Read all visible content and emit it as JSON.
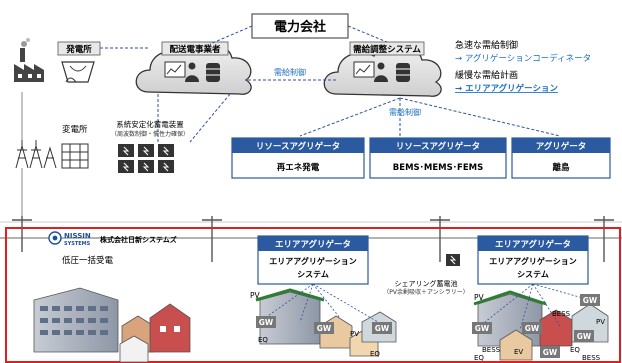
{
  "power_company": {
    "title": "電力会社"
  },
  "power_station": {
    "label": "発電所"
  },
  "substation": {
    "label": "変電所"
  },
  "distribution": {
    "label": "配送電事業者"
  },
  "supply_demand": {
    "label": "需給調整システム"
  },
  "grid_storage": {
    "label": "系統安定化蓄電装置",
    "sub": "（周波数制御・慣性力確保）"
  },
  "edges": {
    "supply_control_1": "需給制御",
    "supply_control_2": "需給制御"
  },
  "legend": {
    "fast": "急速な需給制御",
    "fast_target": "→ アグリゲーションコーディネータ",
    "slow": "緩慢な需給計画",
    "slow_target": "→ エリアアグリゲーション"
  },
  "aggregators": [
    {
      "header": "リソースアグリゲータ",
      "body": "再エネ発電"
    },
    {
      "header": "リソースアグリゲータ",
      "body": "BEMS･MEMS･FEMS"
    },
    {
      "header": "アグリゲータ",
      "body": "離島"
    }
  ],
  "nissin": {
    "logo_top": "NISSIN",
    "logo_bottom": "SYSTEMS",
    "company": "株式会社日新システムズ"
  },
  "low_voltage": {
    "label": "低圧一括受電"
  },
  "area_agg_1": {
    "header": "エリアアグリゲータ",
    "body_line1": "エリアアグリゲーション",
    "body_line2": "システム"
  },
  "area_agg_2": {
    "header": "エリアアグリゲータ",
    "body_line1": "エリアアグリゲーション",
    "body_line2": "システム"
  },
  "sharing": {
    "label": "シェアリング蓄電池",
    "sub": "（PV余剰吸収＋アンシラリー）"
  },
  "tags": {
    "gw": "GW",
    "pv": "PV",
    "eq": "EQ",
    "bess": "BESS",
    "ev": "EV"
  },
  "colors": {
    "accent_blue": "#1b70c4",
    "header_fill": "#2c5aa0",
    "frame_red": "#e02020",
    "cloud_grey": "#d9d9d9"
  }
}
